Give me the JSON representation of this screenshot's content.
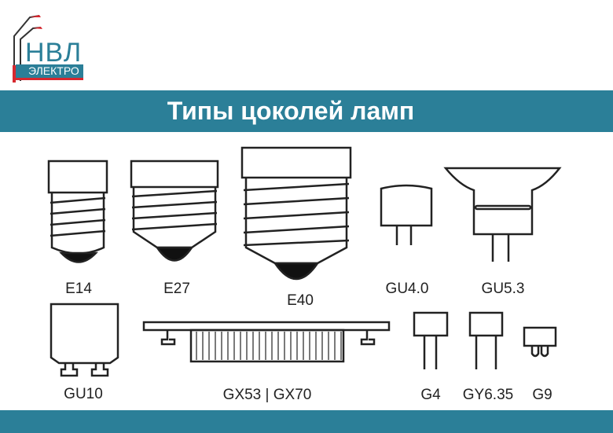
{
  "logo": {
    "name": "НВЛ",
    "subtitle": "ЭЛЕКТРО"
  },
  "banner": {
    "title": "Типы цоколей ламп"
  },
  "colors": {
    "brand": "#2b7f98",
    "accent": "#d7282f"
  },
  "bases": {
    "e14": "E14",
    "e27": "E27",
    "e40": "E40",
    "gu40": "GU4.0",
    "gu53": "GU5.3",
    "gu10": "GU10",
    "gx53": "GX53 | GX70",
    "g4": "G4",
    "gy635": "GY6.35",
    "g9": "G9"
  }
}
